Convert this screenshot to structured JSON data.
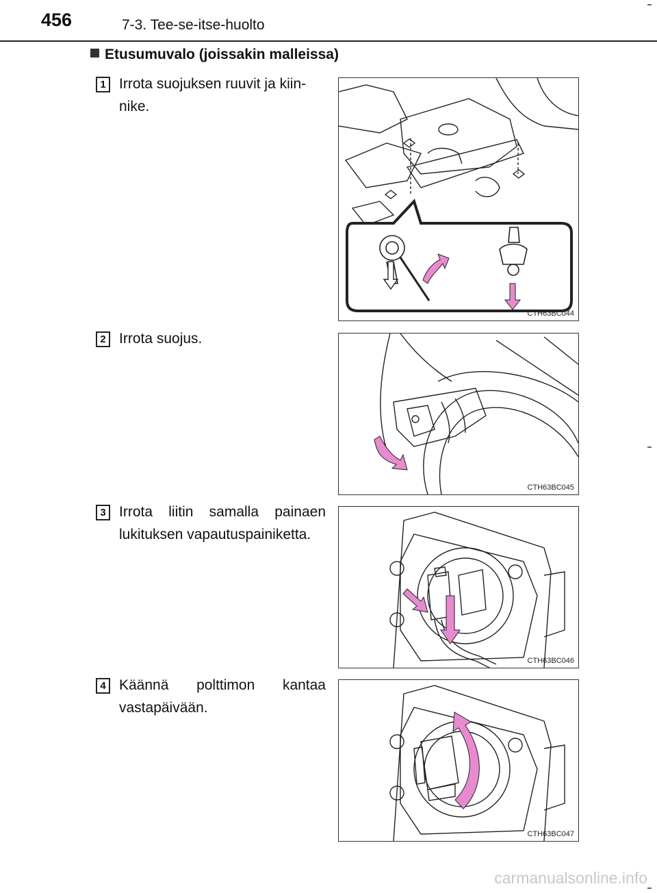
{
  "header": {
    "page_number": "456",
    "section": "7-3. Tee-se-itse-huolto"
  },
  "subheading": "Etusumuvalo (joissakin malleissa)",
  "colors": {
    "arrow": "#e88ad0",
    "outline": "#222222"
  },
  "steps": [
    {
      "number": "1",
      "text": "Irrota suojuksen ruuvit ja kiin-nike.",
      "figure_code": "CTH63BC044"
    },
    {
      "number": "2",
      "text": "Irrota suojus.",
      "figure_code": "CTH63BC045"
    },
    {
      "number": "3",
      "text": "Irrota liitin samalla painaen lukituksen vapautuspainiketta.",
      "figure_code": "CTH63BC046"
    },
    {
      "number": "4",
      "text": "Käännä polttimon kantaa vastapäivään.",
      "figure_code": "CTH63BC047"
    }
  ],
  "watermark": "carmanualsonline.info"
}
